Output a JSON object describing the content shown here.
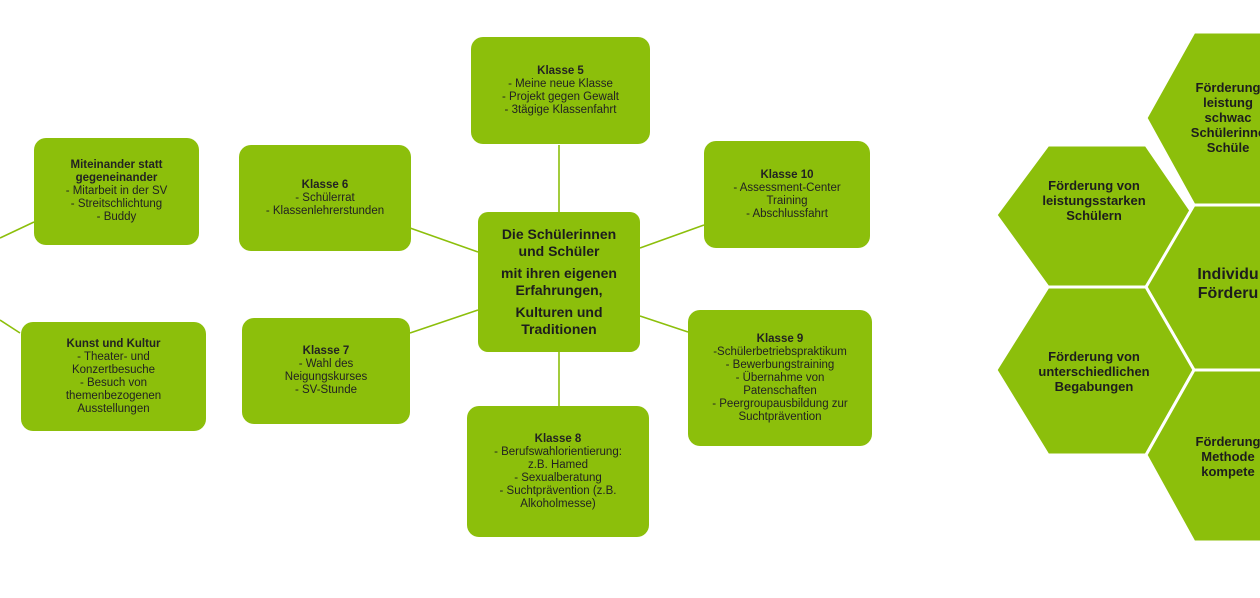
{
  "center": {
    "lines": [
      "Die Schülerinnen",
      "und Schüler",
      "mit ihren eigenen",
      "Erfahrungen,",
      "Kulturen und",
      "Traditionen"
    ]
  },
  "boxes": [
    {
      "id": "klasse5",
      "title": "Klasse 5",
      "lines": "- Meine neue Klasse\n- Projekt gegen Gewalt\n- 3tägige Klassenfahrt"
    },
    {
      "id": "klasse6",
      "title": "Klasse 6",
      "lines": "- Schülerrat\n- Klassenlehrerstunden"
    },
    {
      "id": "klasse10",
      "title": "Klasse 10",
      "lines": "- Assessment-Center\nTraining\n- Abschlussfahrt"
    },
    {
      "id": "klasse7",
      "title": "Klasse 7",
      "lines": "- Wahl des\nNeigungskurses\n- SV-Stunde"
    },
    {
      "id": "klasse9",
      "title": "Klasse 9",
      "lines": "-Schülerbetriebspraktikum\n- Bewerbungstraining\n- Übernahme von\nPatenschaften\n- Peergroupausbildung zur\nSuchtprävention"
    },
    {
      "id": "klasse8",
      "title": "Klasse 8",
      "lines": "- Berufswahlorientierung:\nz.B. Hamed\n- Sexualberatung\n- Suchtprävention (z.B.\nAlkoholmesse)"
    },
    {
      "id": "miteinander",
      "title": "Miteinander statt\ngegeneinander",
      "lines": "- Mitarbeit in der SV\n- Streitschlichtung\n- Buddy"
    },
    {
      "id": "kunst",
      "title": "Kunst und Kultur",
      "lines": "- Theater- und\nKonzertbesuche\n- Besuch von\nthemenbezogenen\nAusstellungen"
    }
  ],
  "hexagons": [
    {
      "id": "leistungsstark",
      "label": "Förderung von\nleistungsstarken\nSchülern"
    },
    {
      "id": "leistungsschwach",
      "label": "Förderung\nleistung\nschwac\nSchülerinne\nSchüle"
    },
    {
      "id": "individuell",
      "label": "Individu\nFörderu"
    },
    {
      "id": "begabungen",
      "label": "Förderung von\nunterschiedlichen\nBegabungen"
    },
    {
      "id": "methoden",
      "label": "Förderung\nMethode\nkompete"
    }
  ],
  "colors": {
    "box": "#8cbf0b",
    "line": "#8cbf0b",
    "text": "#1d1d1d"
  }
}
